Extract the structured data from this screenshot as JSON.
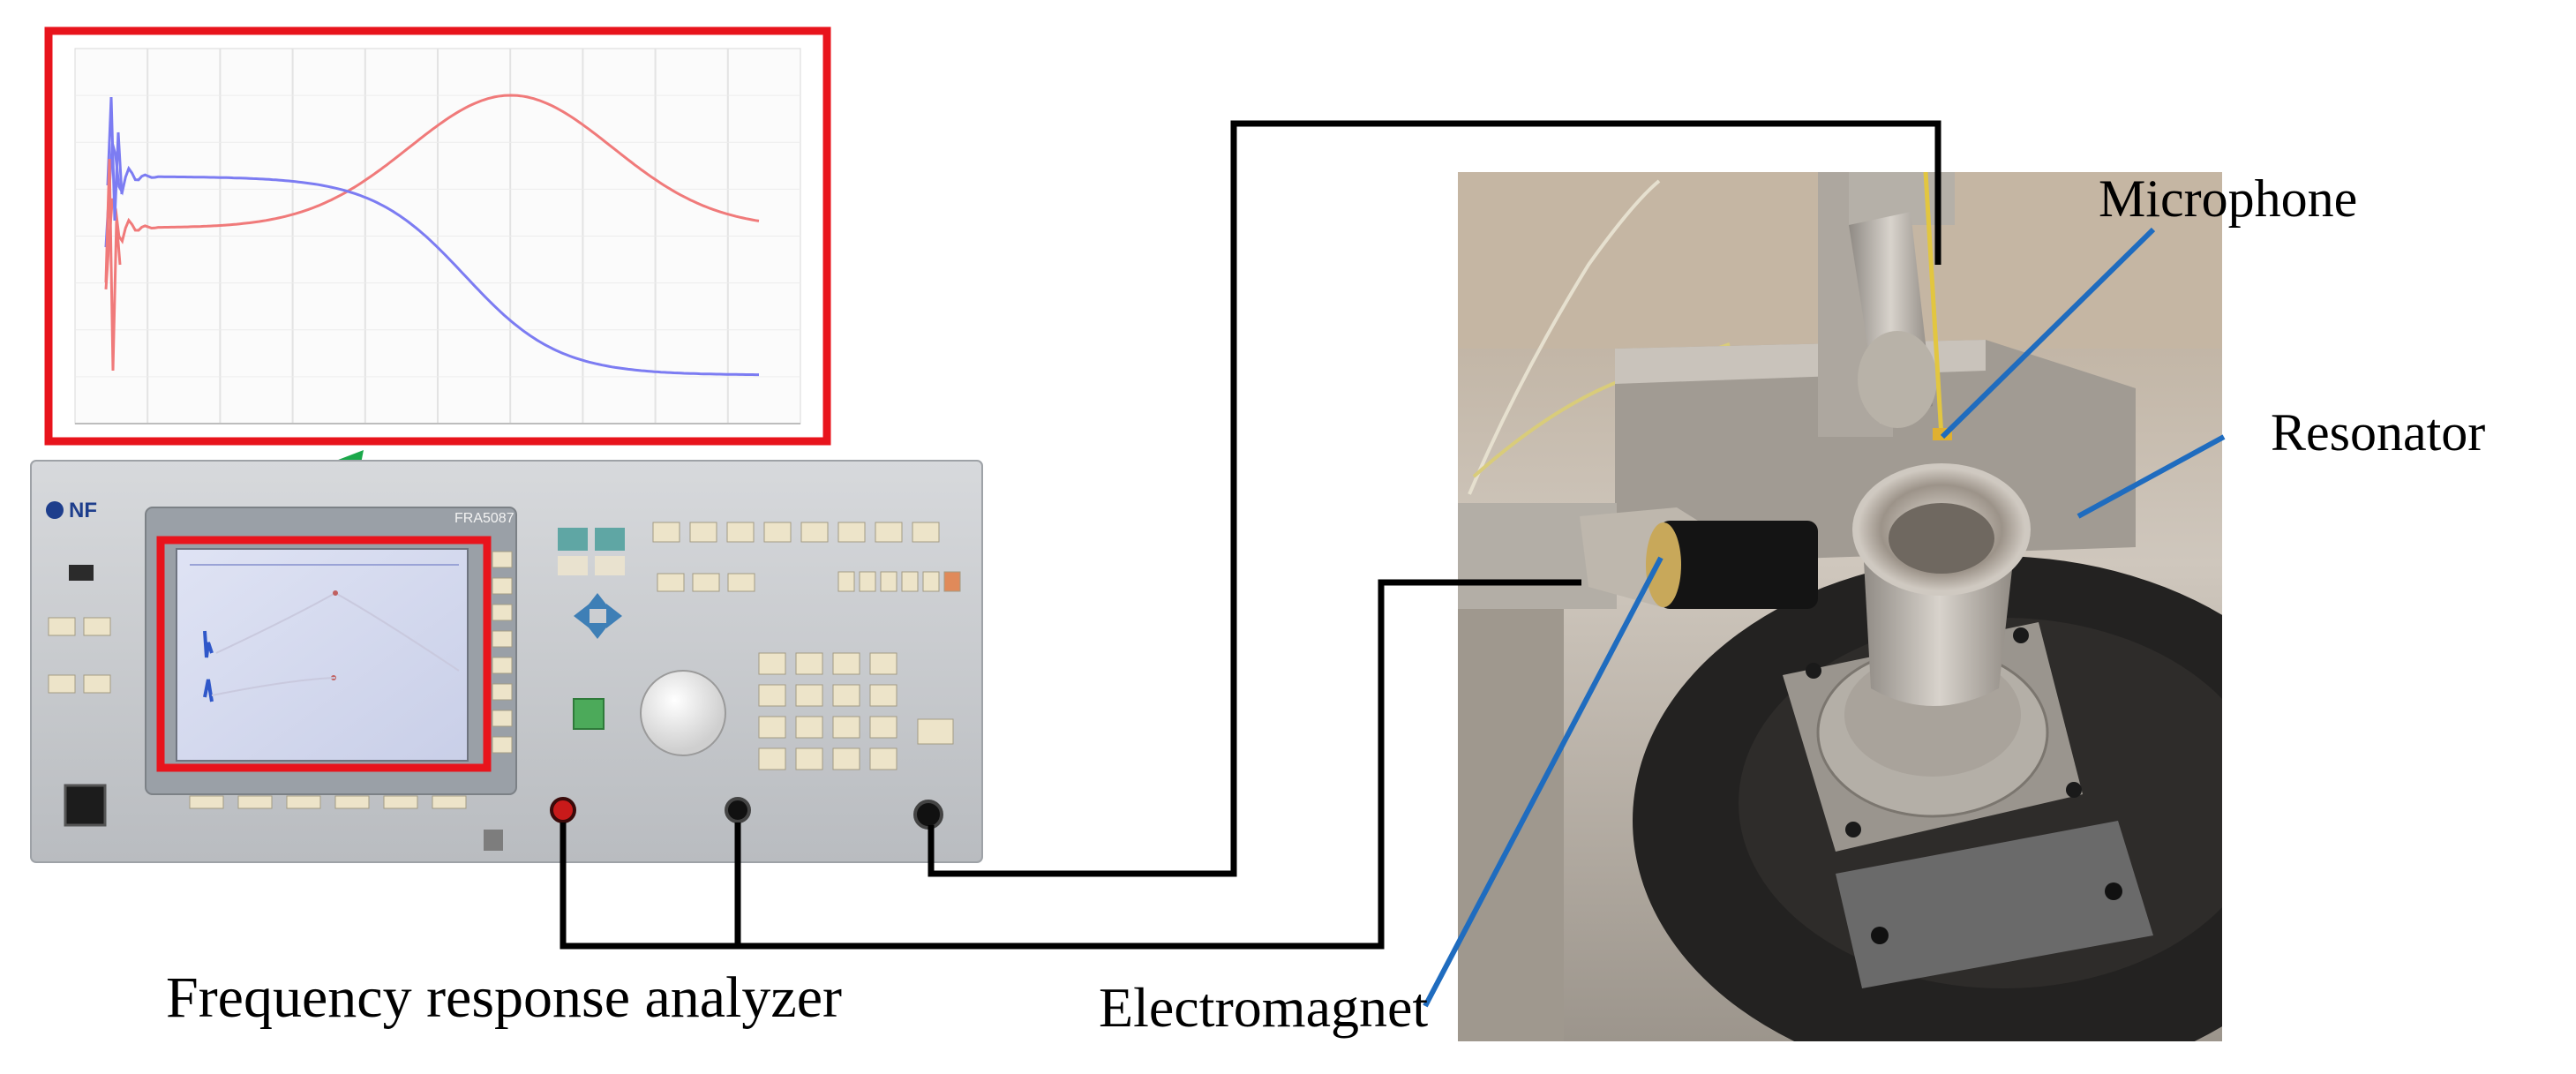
{
  "labels": {
    "microphone": "Microphone",
    "resonator": "Resonator",
    "electromagnet": "Electromagnet",
    "analyzer": "Frequency response analyzer"
  },
  "instrument": {
    "brand": "NF",
    "model": "FRA5087"
  },
  "colors": {
    "highlight_frame": "#e8141c",
    "arrow": "#1aa84a",
    "pointer": "#1f6cbf",
    "cable": "#000000",
    "trace_red": "#f07a7a",
    "trace_blue": "#7c7cf2"
  }
}
